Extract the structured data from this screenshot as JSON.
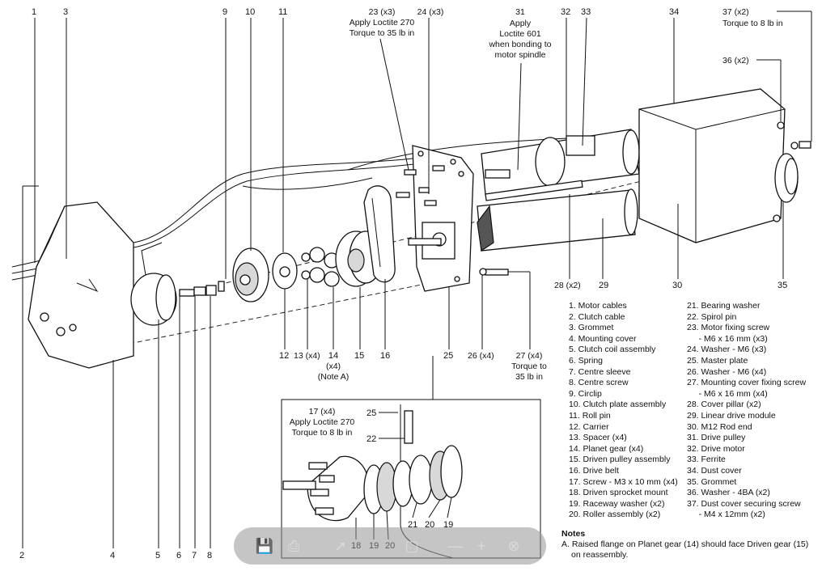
{
  "callouts": {
    "c1": "1",
    "c3": "3",
    "c9": "9",
    "c10": "10",
    "c11": "11",
    "c23": "23 (x3)",
    "c23a": "Apply Loctite 270",
    "c23b": "Torque to 35 lb in",
    "c24": "24 (x3)",
    "c31": "31",
    "c31a": "Apply",
    "c31b": "Loctite 601",
    "c31c": "when bonding to",
    "c31d": "motor spindle",
    "c32": "32",
    "c33": "33",
    "c34": "34",
    "c37": "37 (x2)",
    "c37a": "Torque to 8 lb in",
    "c36": "36 (x2)",
    "c2": "2",
    "c4": "4",
    "c5": "5",
    "c6": "6",
    "c7": "7",
    "c8": "8",
    "c12": "12",
    "c13": "13 (x4)",
    "c14": "14",
    "c14a": "(x4)",
    "c14b": "(Note A)",
    "c15": "15",
    "c16": "16",
    "c25": "25",
    "c26": "26 (x4)",
    "c27": "27 (x4)",
    "c27a": "Torque to",
    "c27b": "35 lb in",
    "c28": "28 (x2)",
    "c29": "29",
    "c30": "30",
    "c35": "35"
  },
  "inset": {
    "c17": "17 (x4)",
    "c17a": "Apply Loctite 270",
    "c17b": "Torque to 8 lb in",
    "c25": "25",
    "c22": "22",
    "c18": "18",
    "c19": "19",
    "c20": "20",
    "c21": "21",
    "c20b": "20",
    "c19b": "19"
  },
  "legend": {
    "col1": [
      "1. Motor cables",
      "2. Clutch cable",
      "3. Grommet",
      "4. Mounting cover",
      "5. Clutch coil assembly",
      "6. Spring",
      "7. Centre sleeve",
      "8. Centre screw",
      "9. Circlip",
      "10. Clutch plate assembly",
      "11. Roll pin",
      "12. Carrier",
      "13. Spacer (x4)",
      "14. Planet gear (x4)",
      "15. Driven pulley assembly",
      "16. Drive belt",
      "17. Screw - M3 x 10 mm (x4)",
      "18. Driven sprocket mount",
      "19. Raceway washer (x2)",
      "20. Roller assembly (x2)"
    ],
    "col2": [
      "21. Bearing washer",
      "22. Spirol pin",
      "23. Motor fixing screw",
      "     - M6 x 16 mm (x3)",
      "24. Washer - M6 (x3)",
      "25. Master plate",
      "26. Washer - M6 (x4)",
      "27. Mounting cover fixing screw",
      "     - M6 x 16 mm (x4)",
      "28. Cover pillar (x2)",
      "29. Linear drive module",
      "30. M12 Rod end",
      "31. Drive pulley",
      "32. Drive motor",
      "33. Ferrite",
      "34. Dust cover",
      "35. Grommet",
      "36. Washer - 4BA (x2)",
      "37. Dust cover securing screw",
      "     - M4 x 12mm (x2)"
    ]
  },
  "notes": {
    "title": "Notes",
    "line1": "A. Raised flange on Planet gear (14) should face Driven gear (15)",
    "line2": "on reassembly."
  },
  "toolbar": {
    "icons": [
      "save-icon",
      "print-icon",
      "pointer-icon",
      "page-icon",
      "zoom-out-icon",
      "zoom-in-icon",
      "close-icon"
    ]
  }
}
